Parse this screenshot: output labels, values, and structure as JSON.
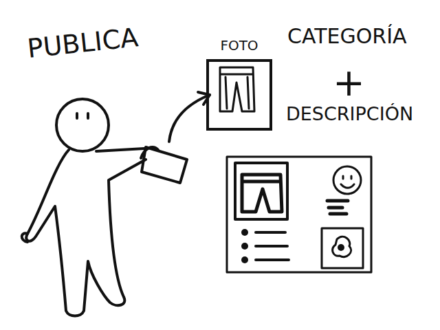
{
  "diagram": {
    "nodes": [
      {
        "text": [
          "FOTO"
        ]
      }
    ],
    "labels": [
      "PUBLICA",
      "CATEGORÍA",
      "+",
      "DESCRIPCIÓN"
    ]
  }
}
